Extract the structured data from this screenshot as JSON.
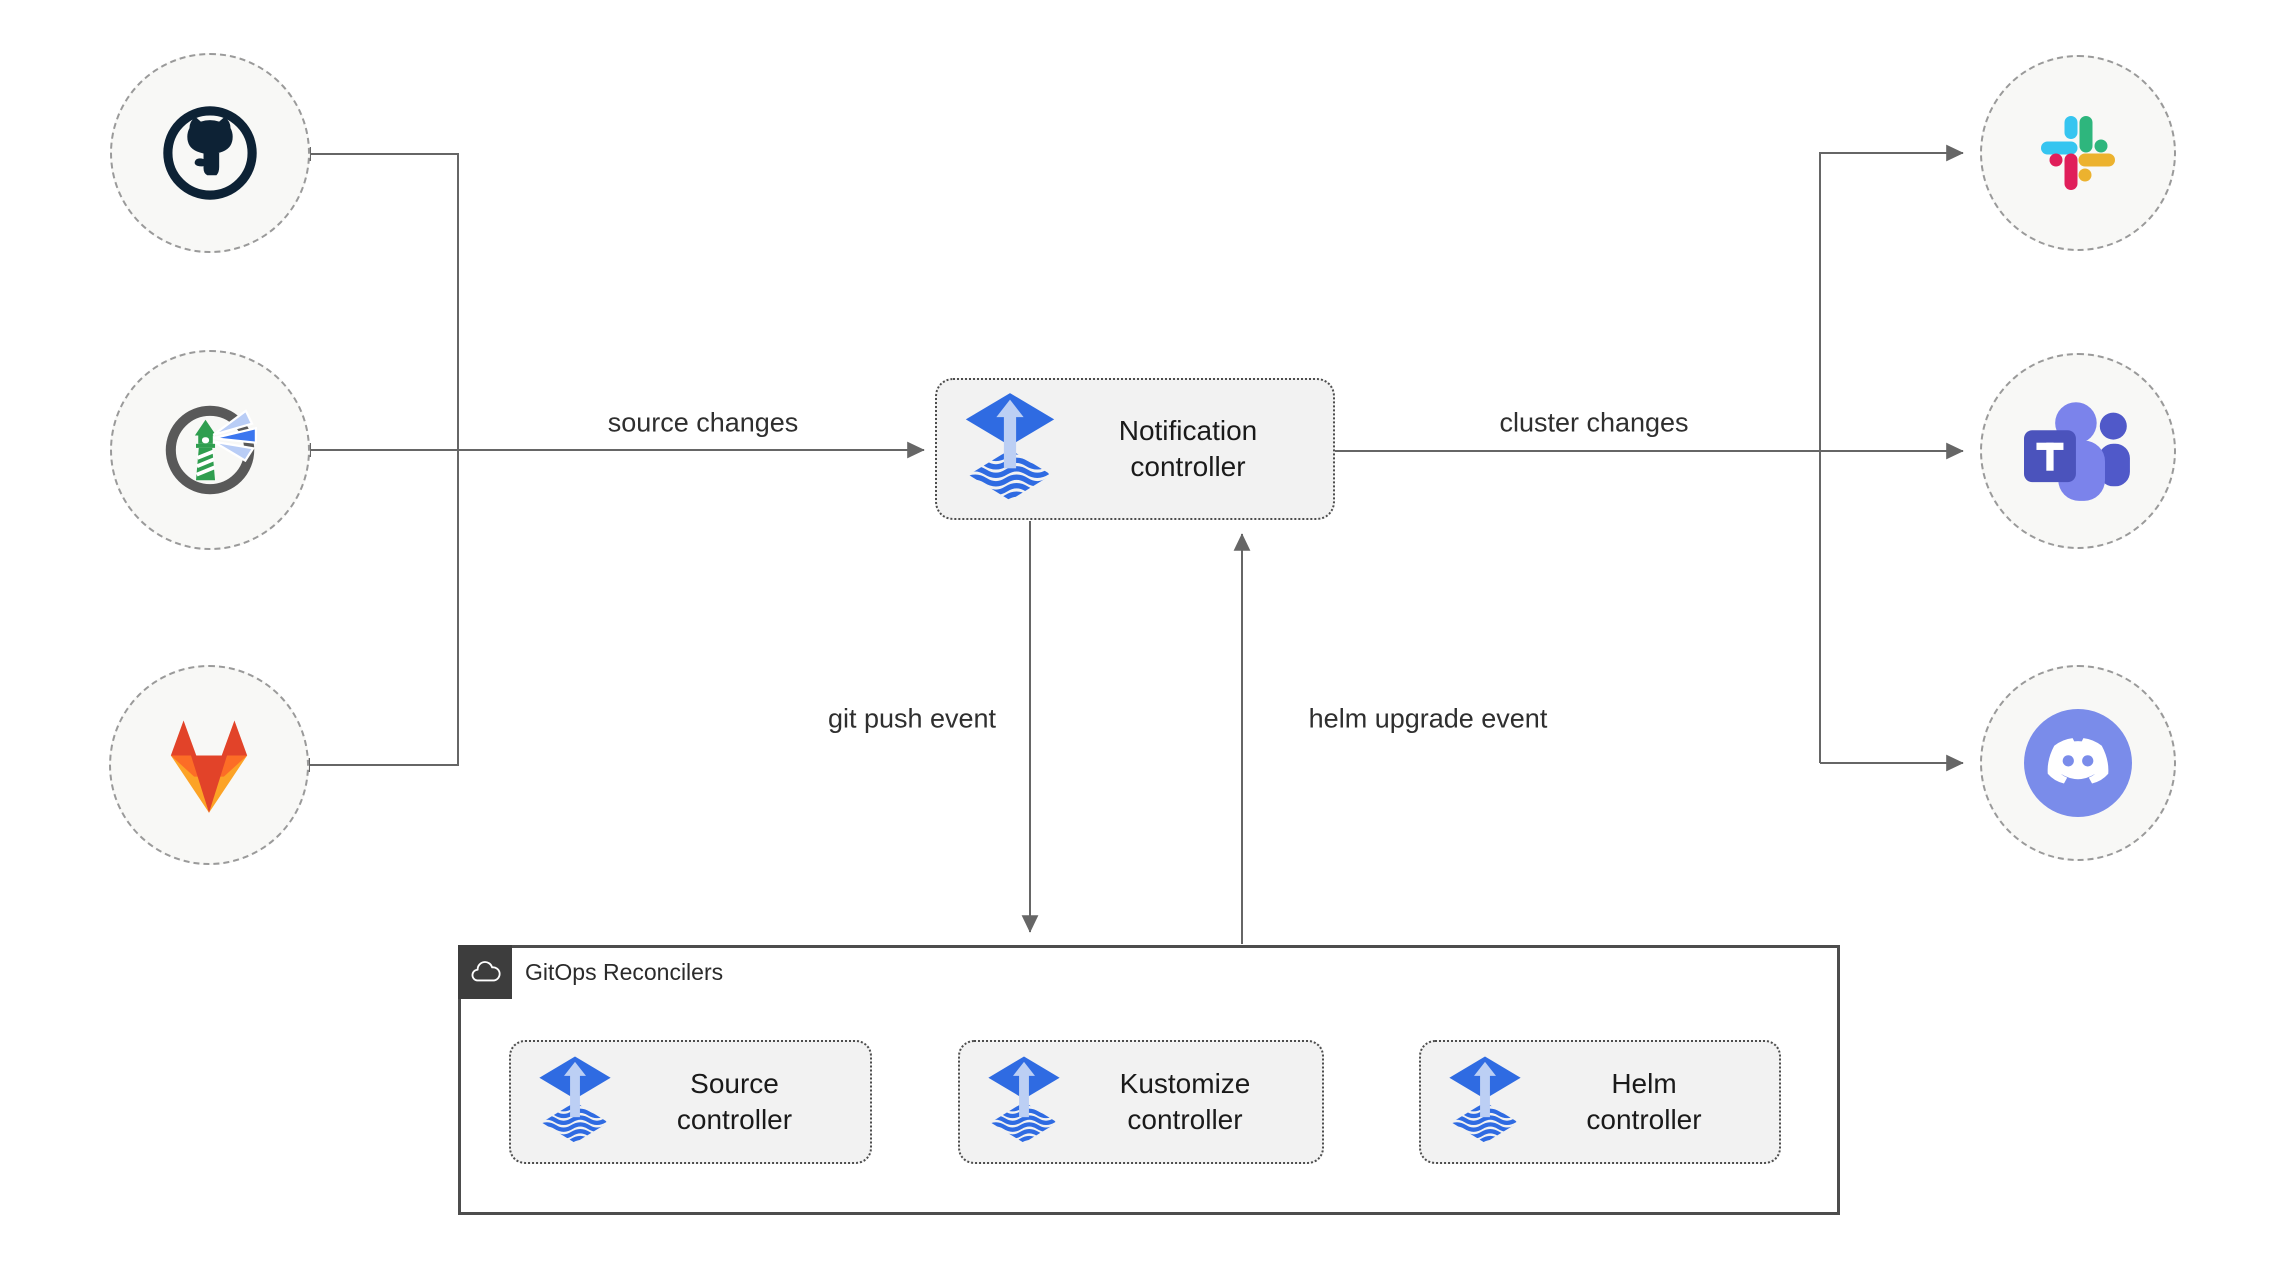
{
  "theme": {
    "flux": "#2f6be2",
    "fluxlight": "#bccff4",
    "line": "#666666",
    "text": "#1a1a1a",
    "nodefill": "#f2f2f2",
    "nodeborder": "#4d4d4d",
    "circlefill": "#f8f8f6",
    "circleborder": "#9a9a9a",
    "boxborder": "#4d4d4d",
    "headerbg": "#3d3d3d",
    "githubink": "#0d2235",
    "harborring": "#595959",
    "harborgreen": "#2f9e4f",
    "beamlight": "#b9cdf6",
    "beamstrong": "#3b76ef",
    "gitlabred": "#e24329",
    "gitlaborange": "#fc6d26",
    "gitlabamber": "#fca326",
    "slackblue": "#36c5f0",
    "slackgreen": "#2eb67d",
    "slackyellow": "#ecb22e",
    "slackred": "#e01e5a",
    "teamsdark": "#4b53bc",
    "teamsmid": "#5059c9",
    "teamslight": "#7b83eb",
    "discord": "#7a8cea"
  },
  "nodes": {
    "notification": "Notification\ncontroller",
    "source": "Source\ncontroller",
    "kustomize": "Kustomize\ncontroller",
    "helm": "Helm\ncontroller"
  },
  "edges": {
    "source_changes": "source changes",
    "cluster_changes": "cluster changes",
    "git_push_event": "git push event",
    "helm_upgrade_event": "helm upgrade event"
  },
  "group": {
    "label": "GitOps Reconcilers",
    "icon": "cloud-icon"
  },
  "icons": {
    "sources": [
      "github-icon",
      "harbor-icon",
      "gitlab-icon"
    ],
    "alert_providers": [
      "slack-icon",
      "teams-icon",
      "discord-icon"
    ],
    "controller_icon": "flux-icon"
  }
}
